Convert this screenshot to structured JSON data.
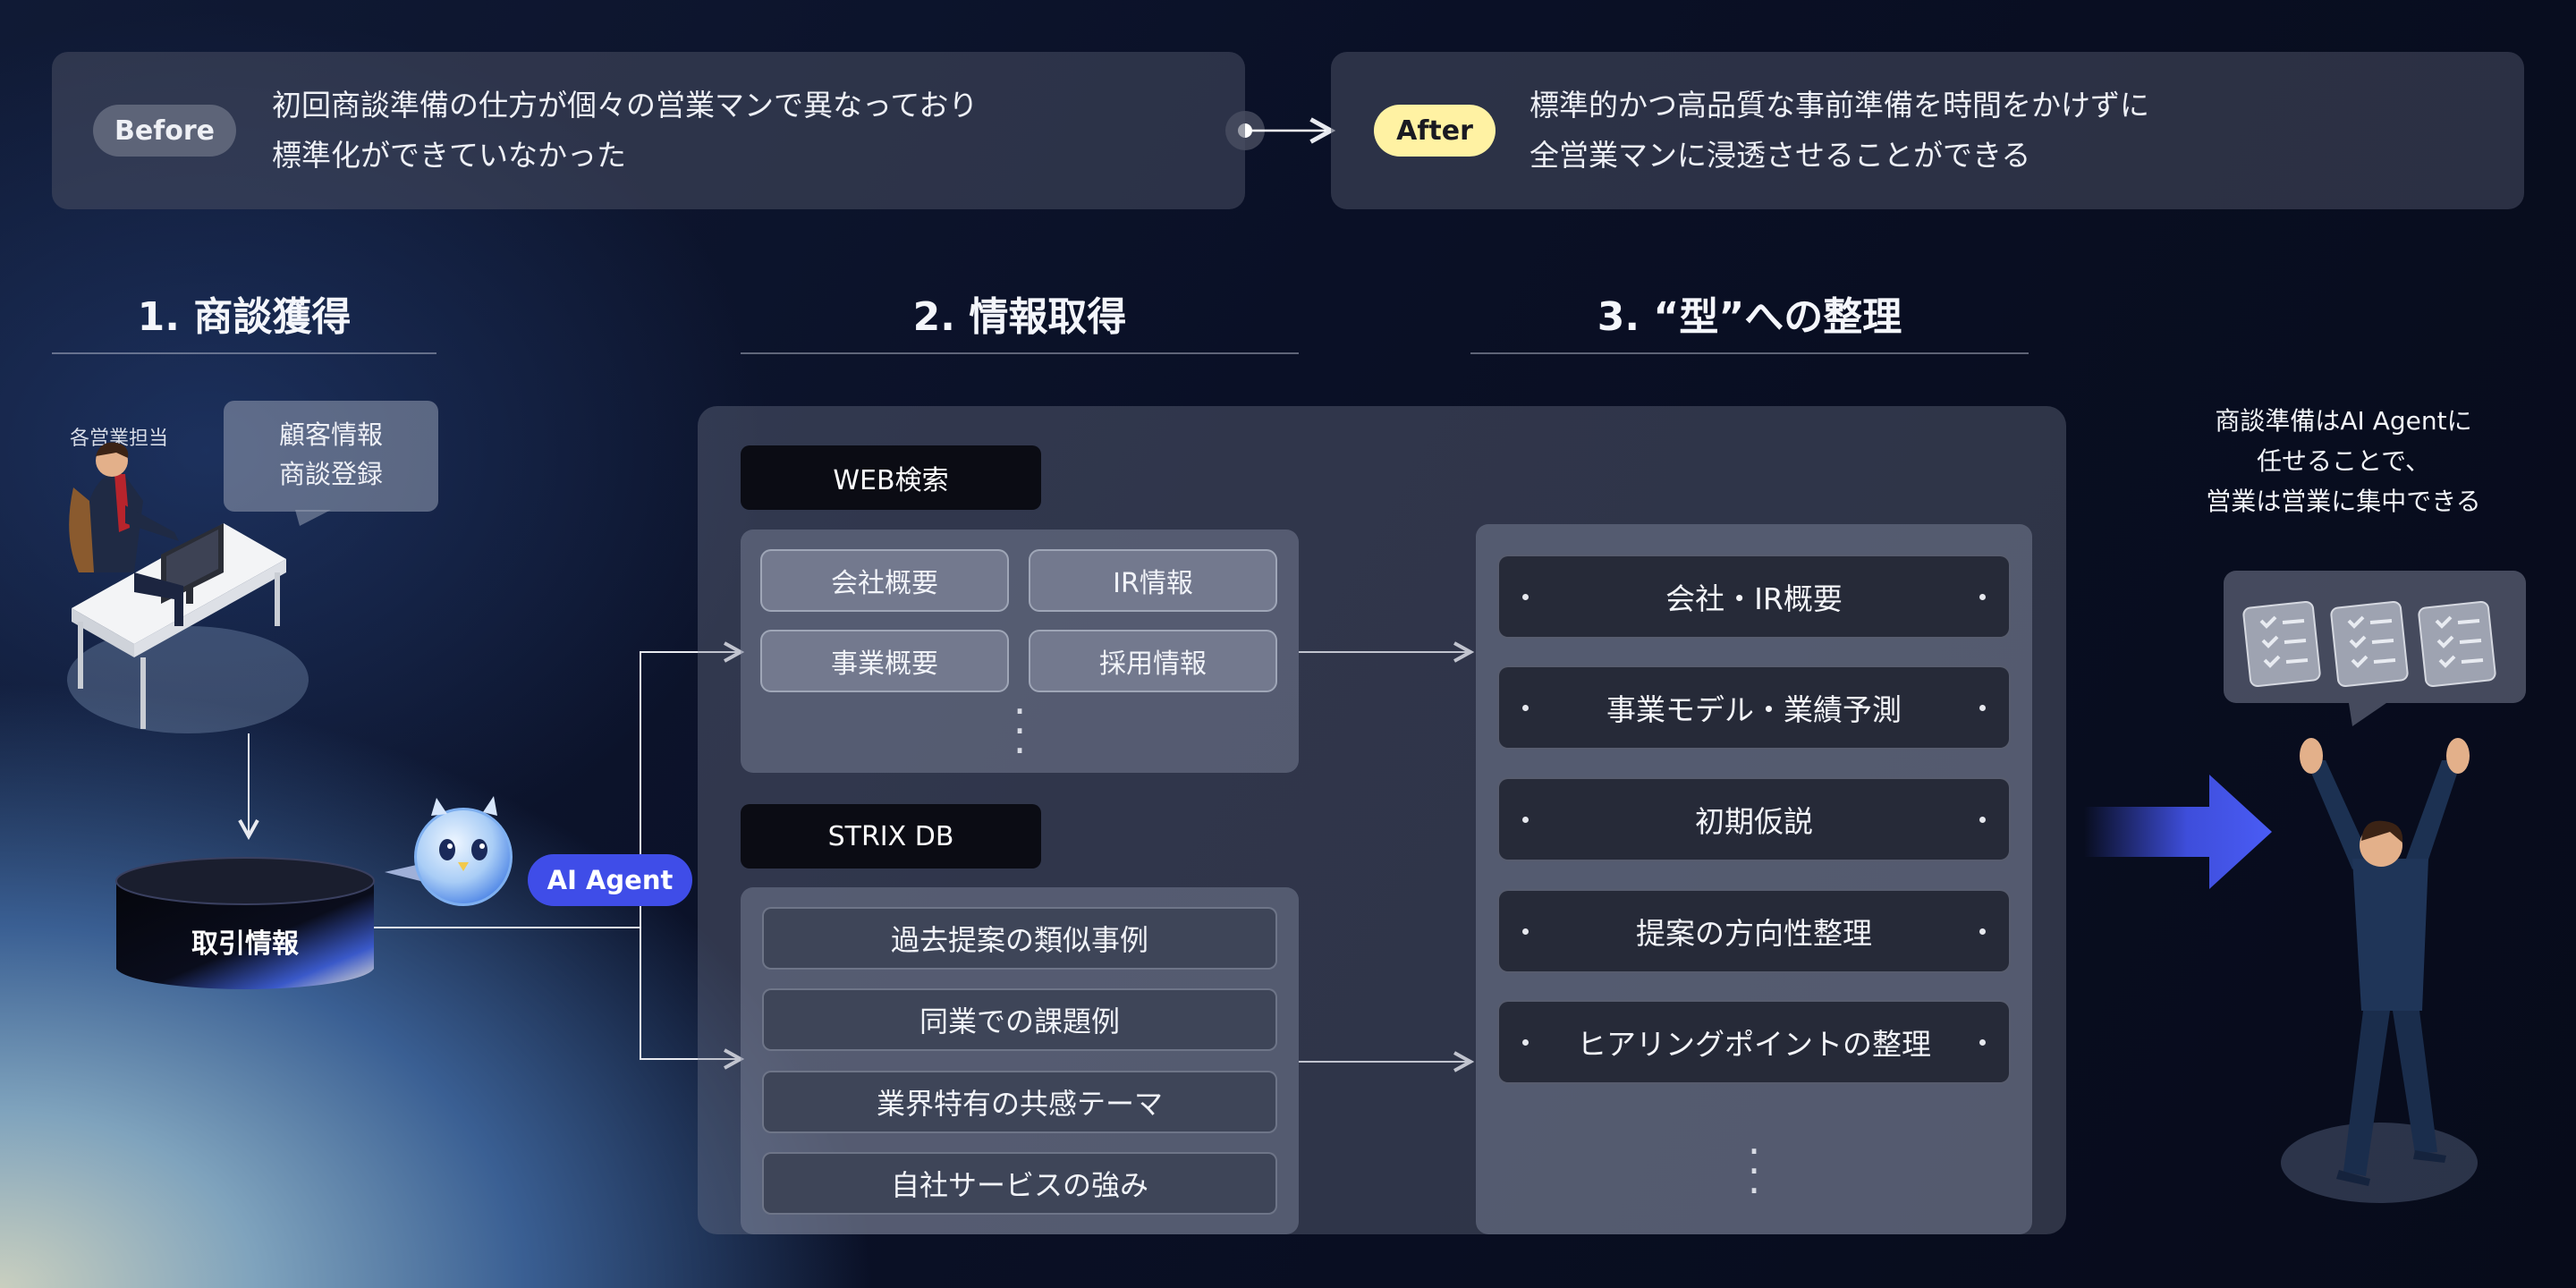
{
  "top": {
    "before_label": "Before",
    "before_text": [
      "初回商談準備の仕方が個々の営業マンで異なっており",
      "標準化ができていなかった"
    ],
    "after_label": "After",
    "after_text": [
      "標準的かつ高品質な事前準備を時間をかけずに",
      "全営業マンに浸透させることができる"
    ]
  },
  "sections": [
    "1. 商談獲得",
    "2. 情報取得",
    "3. “型”への整理"
  ],
  "step1": {
    "person_label": "各営業担当",
    "bubble": [
      "顧客情報",
      "商談登録"
    ],
    "db_label": "取引情報"
  },
  "agent": {
    "label": "AI Agent"
  },
  "web": {
    "tag": "WEB検索",
    "items": [
      "会社概要",
      "IR情報",
      "事業概要",
      "採用情報"
    ]
  },
  "strix": {
    "tag": "STRIX DB",
    "items": [
      "過去提案の類似事例",
      "同業での課題例",
      "業界特有の共感テーマ",
      "自社サービスの強み"
    ]
  },
  "outputs": [
    "会社・IR概要",
    "事業モデル・業績予測",
    "初期仮説",
    "提案の方向性整理",
    "ヒアリングポイントの整理"
  ],
  "result": {
    "lines": [
      "商談準備はAI Agentに",
      "任せることで、",
      "営業は営業に集中できる"
    ]
  },
  "colors": {
    "after_pill": "#fff2a3",
    "agent_pill": "#3f4de8",
    "arrow": "#4455f0"
  }
}
